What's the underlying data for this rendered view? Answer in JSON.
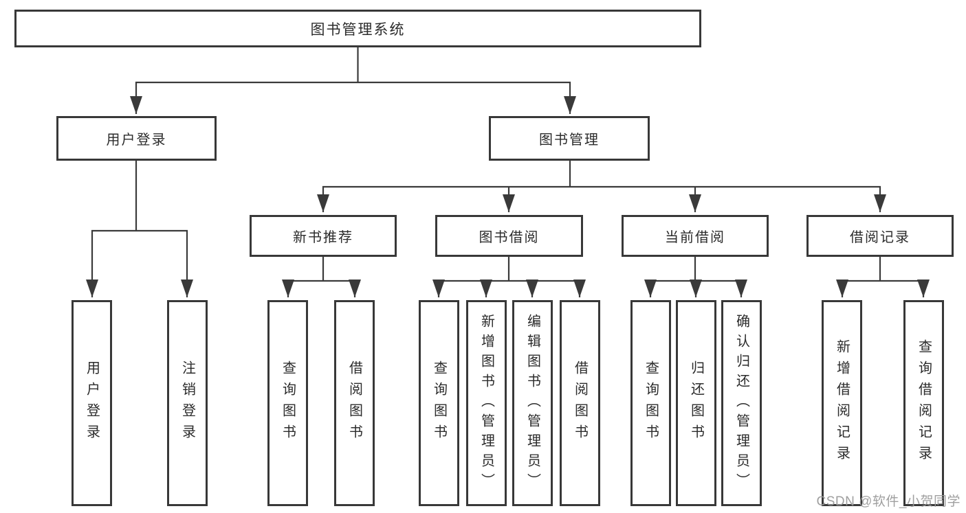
{
  "diagram": {
    "root": {
      "label": "图书管理系统"
    },
    "level2": [
      {
        "label": "用户登录"
      },
      {
        "label": "图书管理"
      }
    ],
    "level3": [
      {
        "label": "新书推荐"
      },
      {
        "label": "图书借阅"
      },
      {
        "label": "当前借阅"
      },
      {
        "label": "借阅记录"
      }
    ],
    "leaves": {
      "user_login": [
        "用户登录",
        "注销登录"
      ],
      "new_book": [
        "查询图书",
        "借阅图书"
      ],
      "book_borrow": [
        "查询图书",
        "新增图书（管理员）",
        "编辑图书（管理员）",
        "借阅图书"
      ],
      "current_borrow": [
        "查询图书",
        "归还图书",
        "确认归还（管理员）"
      ],
      "borrow_record": [
        "新增借阅记录",
        "查询借阅记录"
      ]
    },
    "watermark": "CSDN @软件_小贺同学",
    "colors": {
      "line": "#3a3a3a",
      "border": "#383838",
      "text": "#2b2b2b",
      "watermark_text": "#9a9a9a",
      "background": "#ffffff"
    }
  }
}
